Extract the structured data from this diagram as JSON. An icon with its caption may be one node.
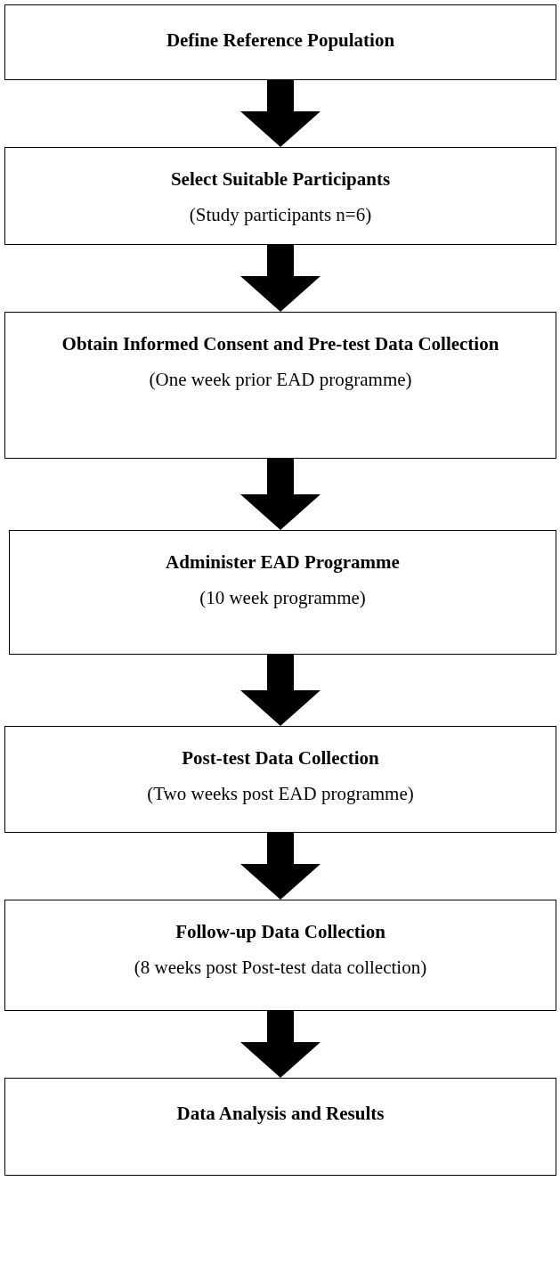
{
  "diagram": {
    "nodes": [
      {
        "text": [
          "Define Reference Population"
        ]
      },
      {
        "text": [
          "Select Suitable Participants",
          "(Study participants n=6)"
        ]
      },
      {
        "text": [
          "Obtain Informed Consent and Pre-test Data Collection",
          "(One week prior EAD programme)"
        ]
      },
      {
        "text": [
          "Administer EAD Programme",
          "(10 week programme)"
        ]
      },
      {
        "text": [
          "Post-test Data Collection",
          "(Two weeks post EAD programme)"
        ]
      },
      {
        "text": [
          "Follow-up Data Collection",
          "(8 weeks post Post-test data collection)"
        ]
      },
      {
        "text": [
          "Data Analysis and Results"
        ]
      }
    ],
    "edges": [
      {
        "from": 0,
        "to": 1,
        "arrow": "to",
        "style": "thick"
      },
      {
        "from": 1,
        "to": 2,
        "arrow": "to",
        "style": "thick"
      },
      {
        "from": 2,
        "to": 3,
        "arrow": "to",
        "style": "thick"
      },
      {
        "from": 3,
        "to": 4,
        "arrow": "to",
        "style": "thick"
      },
      {
        "from": 4,
        "to": 5,
        "arrow": "to",
        "style": "thick"
      },
      {
        "from": 5,
        "to": 6,
        "arrow": "to",
        "style": "thick"
      }
    ]
  }
}
